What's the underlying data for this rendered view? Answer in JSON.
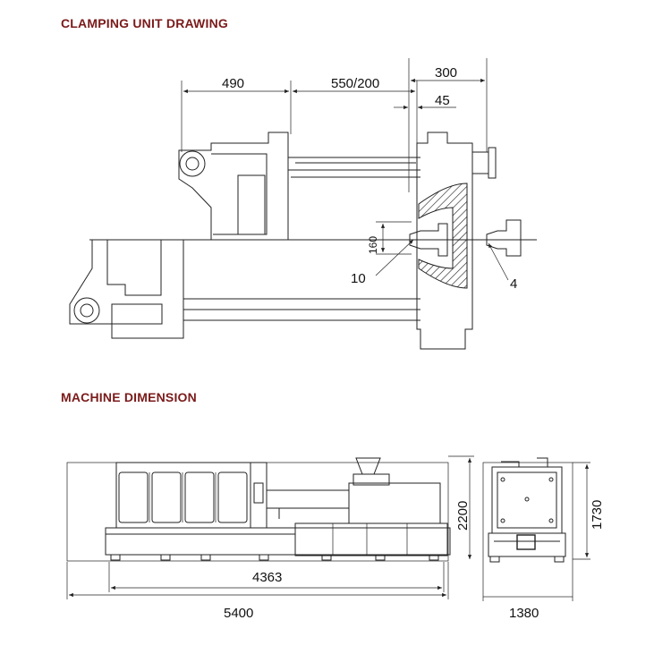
{
  "headings": {
    "clamping": "CLAMPING UNIT DRAWING",
    "machine": "MACHINE DIMENSION"
  },
  "clamping_dims": {
    "d490": "490",
    "d550": "550/200",
    "d300": "300",
    "d45": "45",
    "d160": "160",
    "d10": "10",
    "d4": "4"
  },
  "machine_dims": {
    "d2200": "2200",
    "d1730": "1730",
    "d4363": "4363",
    "d5400": "5400",
    "d1380": "1380"
  }
}
